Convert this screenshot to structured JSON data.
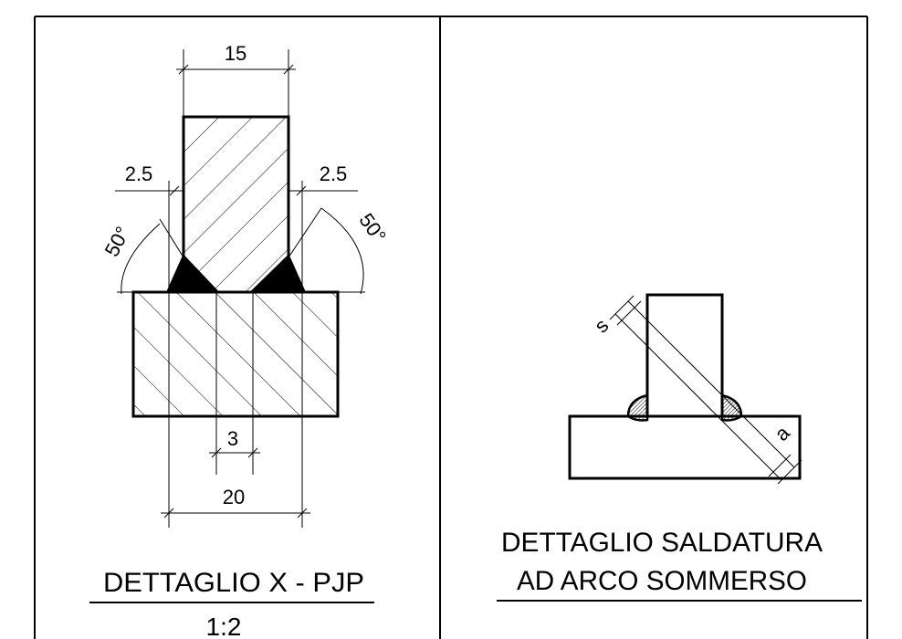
{
  "left_detail": {
    "dim_top": "15",
    "dim_chamfer_left": "2.5",
    "dim_chamfer_right": "2.5",
    "angle_left": "50°",
    "angle_right": "50°",
    "dim_gap": "3",
    "dim_bottom": "20",
    "title": "DETTAGLIO X - PJP",
    "scale": "1:2"
  },
  "right_detail": {
    "label_s": "s",
    "label_a": "a",
    "title_line1": "DETTAGLIO SALDATURA",
    "title_line2": "AD ARCO SOMMERSO"
  }
}
